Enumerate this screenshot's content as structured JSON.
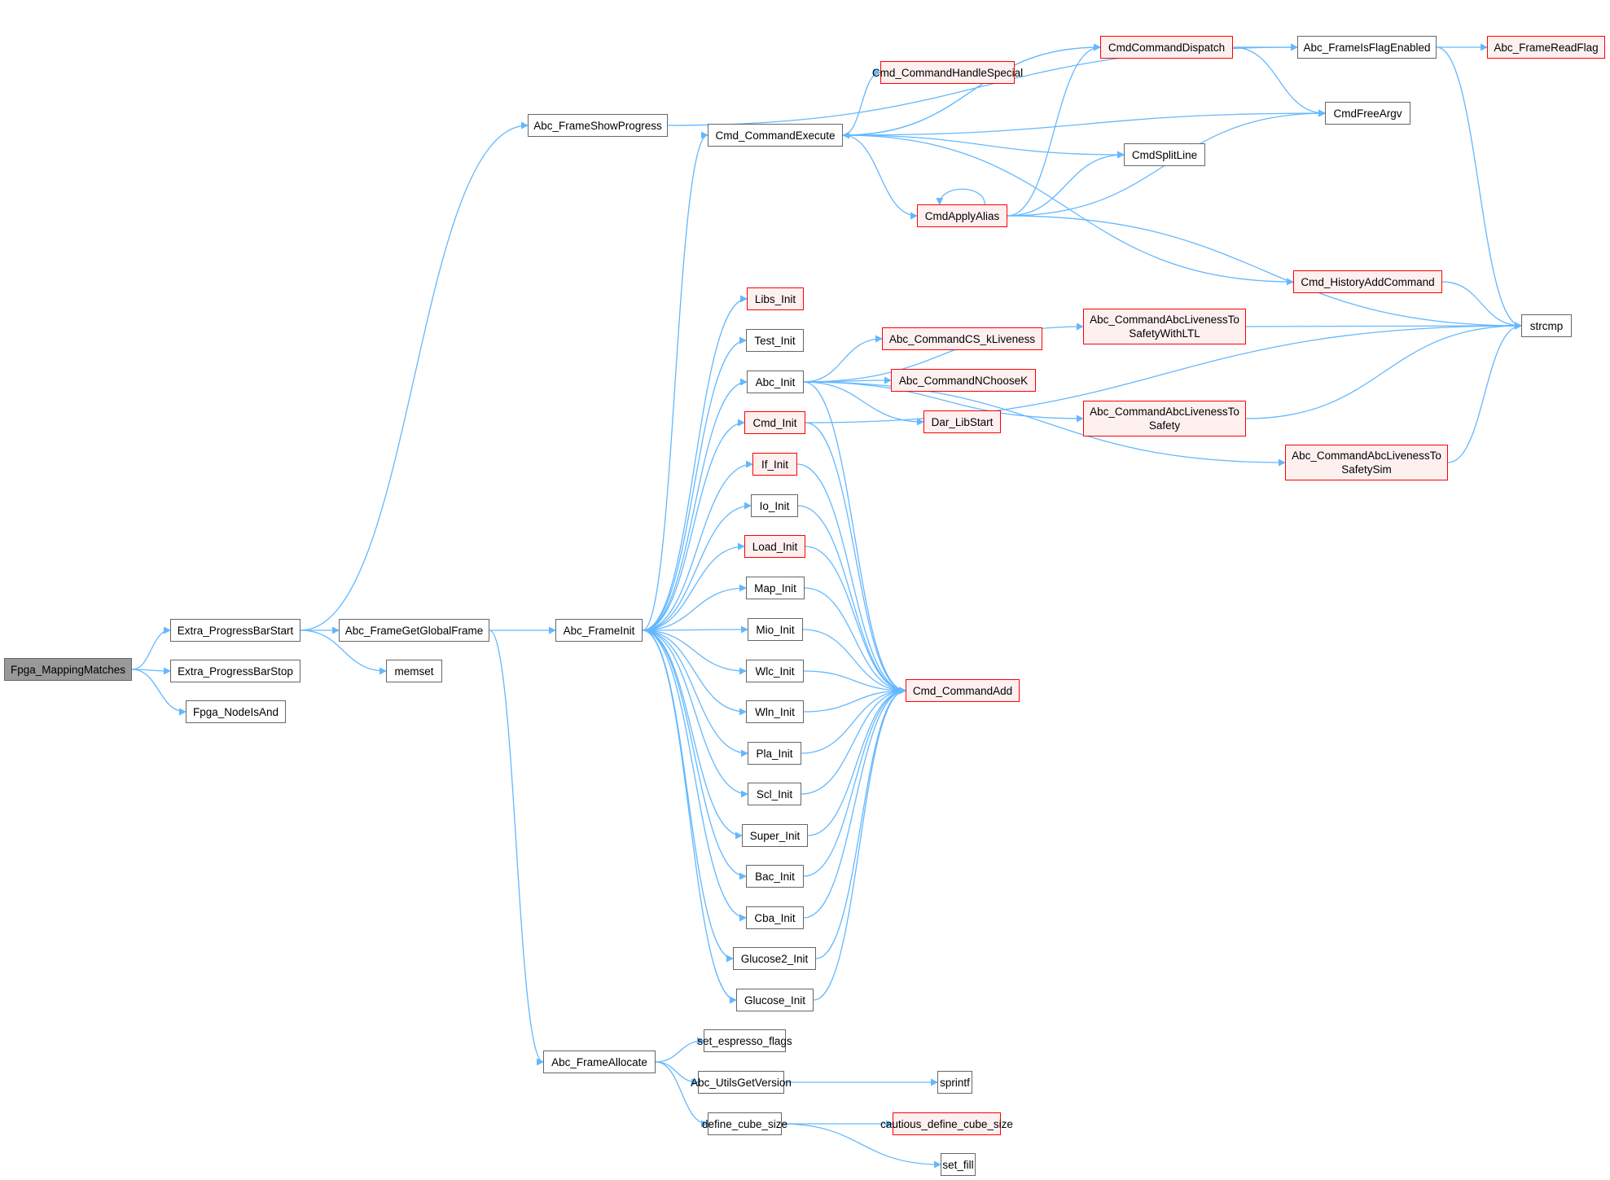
{
  "graph": {
    "type": "call-graph",
    "root": "Fpga_MappingMatches",
    "colors": {
      "edge": "#63b8ff",
      "node_border": "#666666",
      "incomplete_border": "#ff0000",
      "incomplete_fill": "#fff0f0",
      "root_fill": "#999999"
    },
    "nodes": [
      {
        "id": "n0",
        "label": "Fpga_MappingMatches",
        "style": "root"
      },
      {
        "id": "n1",
        "label": "Extra_ProgressBarStart",
        "style": "normal"
      },
      {
        "id": "n2",
        "label": "Extra_ProgressBarStop",
        "style": "normal"
      },
      {
        "id": "n3",
        "label": "Fpga_NodeIsAnd",
        "style": "normal"
      },
      {
        "id": "n4",
        "label": "Abc_FrameShowProgress",
        "style": "normal"
      },
      {
        "id": "n5",
        "label": "Abc_FrameGetGlobalFrame",
        "style": "normal"
      },
      {
        "id": "n6",
        "label": "memset",
        "style": "normal"
      },
      {
        "id": "n7",
        "label": "Abc_FrameInit",
        "style": "normal"
      },
      {
        "id": "n8",
        "label": "Abc_FrameAllocate",
        "style": "normal"
      },
      {
        "id": "n9",
        "label": "Cmd_CommandExecute",
        "style": "normal"
      },
      {
        "id": "n10",
        "label": "Libs_Init",
        "style": "incomplete"
      },
      {
        "id": "n11",
        "label": "Test_Init",
        "style": "normal"
      },
      {
        "id": "n12",
        "label": "Abc_Init",
        "style": "normal"
      },
      {
        "id": "n13",
        "label": "Cmd_Init",
        "style": "incomplete"
      },
      {
        "id": "n14",
        "label": "If_Init",
        "style": "incomplete"
      },
      {
        "id": "n15",
        "label": "Io_Init",
        "style": "normal"
      },
      {
        "id": "n16",
        "label": "Load_Init",
        "style": "incomplete"
      },
      {
        "id": "n17",
        "label": "Map_Init",
        "style": "normal"
      },
      {
        "id": "n18",
        "label": "Mio_Init",
        "style": "normal"
      },
      {
        "id": "n19",
        "label": "Wlc_Init",
        "style": "normal"
      },
      {
        "id": "n20",
        "label": "Wln_Init",
        "style": "normal"
      },
      {
        "id": "n21",
        "label": "Pla_Init",
        "style": "normal"
      },
      {
        "id": "n22",
        "label": "Scl_Init",
        "style": "normal"
      },
      {
        "id": "n23",
        "label": "Super_Init",
        "style": "normal"
      },
      {
        "id": "n24",
        "label": "Bac_Init",
        "style": "normal"
      },
      {
        "id": "n25",
        "label": "Cba_Init",
        "style": "normal"
      },
      {
        "id": "n26",
        "label": "Glucose2_Init",
        "style": "normal"
      },
      {
        "id": "n27",
        "label": "Glucose_Init",
        "style": "normal"
      },
      {
        "id": "n28",
        "label": "set_espresso_flags",
        "style": "normal"
      },
      {
        "id": "n29",
        "label": "Abc_UtilsGetVersion",
        "style": "normal"
      },
      {
        "id": "n30",
        "label": "define_cube_size",
        "style": "normal"
      },
      {
        "id": "n31",
        "label": "sprintf",
        "style": "normal"
      },
      {
        "id": "n32",
        "label": "cautious_define_cube_size",
        "style": "incomplete"
      },
      {
        "id": "n33",
        "label": "set_fill",
        "style": "normal"
      },
      {
        "id": "n34",
        "label": "CmdCommandDispatch",
        "style": "incomplete"
      },
      {
        "id": "n35",
        "label": "Cmd_CommandHandleSpecial",
        "style": "incomplete"
      },
      {
        "id": "n36",
        "label": "CmdApplyAlias",
        "style": "incomplete"
      },
      {
        "id": "n37",
        "label": "CmdSplitLine",
        "style": "normal"
      },
      {
        "id": "n38",
        "label": "CmdFreeArgv",
        "style": "normal"
      },
      {
        "id": "n39",
        "label": "Abc_FrameIsFlagEnabled",
        "style": "normal"
      },
      {
        "id": "n40",
        "label": "Abc_FrameReadFlag",
        "style": "incomplete"
      },
      {
        "id": "n41",
        "label": "Cmd_HistoryAddCommand",
        "style": "incomplete"
      },
      {
        "id": "n42",
        "label": "strcmp",
        "style": "normal"
      },
      {
        "id": "n43",
        "label": "Abc_CommandCS_kLiveness",
        "style": "incomplete"
      },
      {
        "id": "n44",
        "label": "Abc_CommandNChooseK",
        "style": "incomplete"
      },
      {
        "id": "n45",
        "label": "Dar_LibStart",
        "style": "incomplete"
      },
      {
        "id": "n46",
        "label": "Abc_CommandAbcLivenessTo\nSafetyWithLTL",
        "style": "incomplete"
      },
      {
        "id": "n47",
        "label": "Abc_CommandAbcLivenessTo\nSafety",
        "style": "incomplete"
      },
      {
        "id": "n48",
        "label": "Abc_CommandAbcLivenessTo\nSafetySim",
        "style": "incomplete"
      },
      {
        "id": "n49",
        "label": "Cmd_CommandAdd",
        "style": "incomplete"
      }
    ],
    "edges": [
      [
        "n0",
        "n1"
      ],
      [
        "n0",
        "n2"
      ],
      [
        "n0",
        "n3"
      ],
      [
        "n1",
        "n4"
      ],
      [
        "n1",
        "n5"
      ],
      [
        "n1",
        "n6"
      ],
      [
        "n4",
        "n39"
      ],
      [
        "n5",
        "n7"
      ],
      [
        "n5",
        "n8"
      ],
      [
        "n7",
        "n9"
      ],
      [
        "n7",
        "n10"
      ],
      [
        "n7",
        "n11"
      ],
      [
        "n7",
        "n12"
      ],
      [
        "n7",
        "n13"
      ],
      [
        "n7",
        "n14"
      ],
      [
        "n7",
        "n15"
      ],
      [
        "n7",
        "n16"
      ],
      [
        "n7",
        "n17"
      ],
      [
        "n7",
        "n18"
      ],
      [
        "n7",
        "n19"
      ],
      [
        "n7",
        "n20"
      ],
      [
        "n7",
        "n21"
      ],
      [
        "n7",
        "n22"
      ],
      [
        "n7",
        "n23"
      ],
      [
        "n7",
        "n24"
      ],
      [
        "n7",
        "n25"
      ],
      [
        "n7",
        "n26"
      ],
      [
        "n7",
        "n27"
      ],
      [
        "n8",
        "n28"
      ],
      [
        "n8",
        "n29"
      ],
      [
        "n8",
        "n30"
      ],
      [
        "n29",
        "n31"
      ],
      [
        "n30",
        "n32"
      ],
      [
        "n30",
        "n33"
      ],
      [
        "n9",
        "n34"
      ],
      [
        "n9",
        "n35"
      ],
      [
        "n9",
        "n36"
      ],
      [
        "n9",
        "n37"
      ],
      [
        "n9",
        "n38"
      ],
      [
        "n9",
        "n41"
      ],
      [
        "n34",
        "n9"
      ],
      [
        "n34",
        "n39"
      ],
      [
        "n34",
        "n38"
      ],
      [
        "n36",
        "n36"
      ],
      [
        "n36",
        "n34"
      ],
      [
        "n36",
        "n37"
      ],
      [
        "n36",
        "n38"
      ],
      [
        "n36",
        "n42"
      ],
      [
        "n39",
        "n40"
      ],
      [
        "n39",
        "n42"
      ],
      [
        "n41",
        "n42"
      ],
      [
        "n12",
        "n43"
      ],
      [
        "n12",
        "n44"
      ],
      [
        "n12",
        "n45"
      ],
      [
        "n12",
        "n46"
      ],
      [
        "n12",
        "n47"
      ],
      [
        "n12",
        "n48"
      ],
      [
        "n12",
        "n49"
      ],
      [
        "n46",
        "n42"
      ],
      [
        "n47",
        "n42"
      ],
      [
        "n48",
        "n42"
      ],
      [
        "n13",
        "n49"
      ],
      [
        "n13",
        "n42"
      ],
      [
        "n14",
        "n49"
      ],
      [
        "n15",
        "n49"
      ],
      [
        "n16",
        "n49"
      ],
      [
        "n17",
        "n49"
      ],
      [
        "n18",
        "n49"
      ],
      [
        "n19",
        "n49"
      ],
      [
        "n20",
        "n49"
      ],
      [
        "n21",
        "n49"
      ],
      [
        "n22",
        "n49"
      ],
      [
        "n23",
        "n49"
      ],
      [
        "n24",
        "n49"
      ],
      [
        "n25",
        "n49"
      ],
      [
        "n26",
        "n49"
      ],
      [
        "n27",
        "n49"
      ]
    ]
  }
}
